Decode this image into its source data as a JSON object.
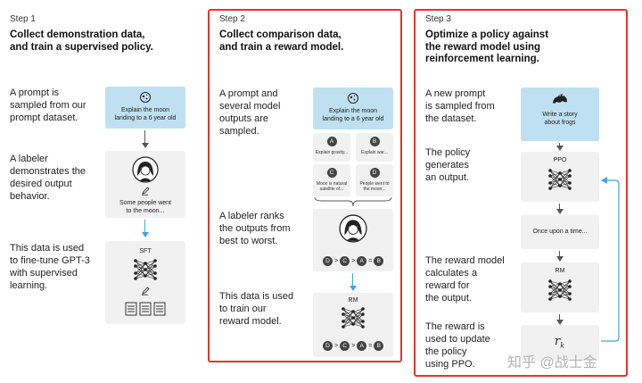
{
  "step1": {
    "label": "Step 1",
    "title_line1": "Collect demonstration data,",
    "title_line2": "and train a supervised policy.",
    "desc1": [
      "A prompt is",
      "sampled from our",
      "prompt dataset."
    ],
    "desc2": [
      "A labeler",
      "demonstrates the",
      "desired output",
      "behavior."
    ],
    "desc3": [
      "This data is used",
      "to fine-tune GPT-3",
      "with supervised",
      "learning."
    ],
    "prompt_line1": "Explain the moon",
    "prompt_line2": "landing to a 6 year old",
    "demo_line1": "Some people went",
    "demo_line2": "to the moon...",
    "model_label": "SFT"
  },
  "step2": {
    "label": "Step 2",
    "title_line1": "Collect comparison data,",
    "title_line2": "and train a reward model.",
    "desc1": [
      "A prompt and",
      "several model",
      "outputs are",
      "sampled."
    ],
    "desc2": [
      "A labeler ranks",
      "the outputs from",
      "best to worst."
    ],
    "desc3": [
      "This data is used",
      "to train our",
      "reward model."
    ],
    "prompt_line1": "Explain the moon",
    "prompt_line2": "landing to a 6 year old",
    "outputs": [
      {
        "letter": "A",
        "text": "Explain gravity..."
      },
      {
        "letter": "B",
        "text": "Explain war..."
      },
      {
        "letter": "C",
        "text": "Moon is natural satellite of..."
      },
      {
        "letter": "D",
        "text": "People went to the moon..."
      }
    ],
    "ranking": [
      "D",
      ">",
      "C",
      ">",
      "A",
      "=",
      "B"
    ],
    "model_label": "RM"
  },
  "step3": {
    "label": "Step 3",
    "title_line1": "Optimize a policy against",
    "title_line2": "the reward model using",
    "title_line3": "reinforcement learning.",
    "desc1": [
      "A new prompt",
      "is sampled from",
      "the dataset."
    ],
    "desc2": [
      "The policy",
      "generates",
      "an output."
    ],
    "desc3": [
      "The reward model",
      "calculates a",
      "reward for",
      "the output."
    ],
    "desc4": [
      "The reward is",
      "used to update",
      "the policy",
      "using PPO."
    ],
    "prompt_line1": "Write a story",
    "prompt_line2": "about frogs",
    "policy_label": "PPO",
    "output_text": "Once upon a time...",
    "rm_label": "RM",
    "reward_symbol": "r",
    "reward_sub": "k"
  },
  "watermark": "知乎 @战士金",
  "colors": {
    "accent_red": "#e0372c",
    "prompt_blue": "#bfe0f1",
    "arrow_blue": "#3ba8e0"
  }
}
